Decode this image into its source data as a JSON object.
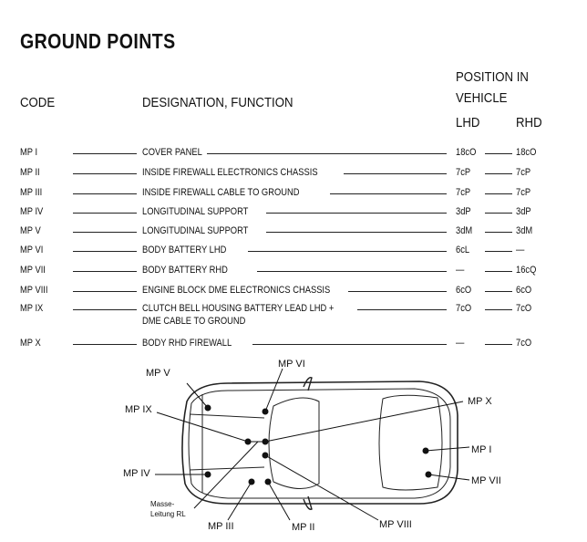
{
  "title": "GROUND POINTS",
  "headers": {
    "code": "CODE",
    "designation": "DESIGNATION, FUNCTION",
    "position_line1": "POSITION IN",
    "position_line2": "VEHICLE",
    "lhd": "LHD",
    "rhd": "RHD"
  },
  "rows": [
    {
      "code": "MP I",
      "designation": "COVER PANEL",
      "lhd": "18cO",
      "rhd": "18cO"
    },
    {
      "code": "MP II",
      "designation": "INSIDE FIREWALL  ELECTRONICS CHASSIS",
      "lhd": "7cP",
      "rhd": "7cP"
    },
    {
      "code": "MP III",
      "designation": "INSIDE FIREWALL CABLE TO GROUND",
      "lhd": "7cP",
      "rhd": "7cP"
    },
    {
      "code": "MP IV",
      "designation": "LONGITUDINAL SUPPORT",
      "lhd": "3dP",
      "rhd": "3dP"
    },
    {
      "code": "MP V",
      "designation": "LONGITUDINAL SUPPORT",
      "lhd": "3dM",
      "rhd": "3dM"
    },
    {
      "code": "MP VI",
      "designation": "BODY BATTERY LHD",
      "lhd": "6cL",
      "rhd": "—"
    },
    {
      "code": "MP VII",
      "designation": "BODY  BATTERY RHD",
      "lhd": "—",
      "rhd": "16cQ"
    },
    {
      "code": "MP VIII",
      "designation": "ENGINE BLOCK  DME ELECTRONICS CHASSIS",
      "lhd": "6cO",
      "rhd": "6cO"
    },
    {
      "code": "MP IX",
      "designation": "CLUTCH BELL HOUSING BATTERY LEAD LHD +",
      "designation2": "DME CABLE TO GROUND",
      "lhd": "7cO",
      "rhd": "7cO"
    },
    {
      "code": "MP X",
      "designation": "BODY RHD  FIREWALL",
      "lhd": "—",
      "rhd": "7cO"
    }
  ],
  "diagram": {
    "labels": {
      "mp1": "MP I",
      "mp2": "MP II",
      "mp3": "MP III",
      "mp4": "MP IV",
      "mp5": "MP V",
      "mp6": "MP VI",
      "mp7": "MP VII",
      "mp8": "MP VIII",
      "mp9": "MP IX",
      "mp10": "MP X"
    },
    "masse1": "Masse-",
    "masse2": "Leitung RL"
  }
}
